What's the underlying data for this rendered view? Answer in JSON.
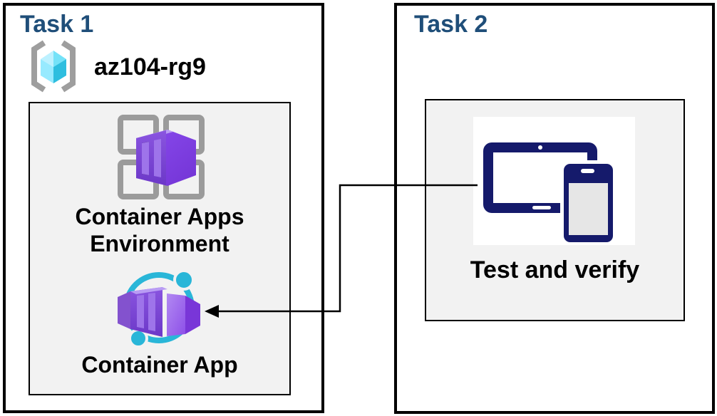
{
  "task1": {
    "title": "Task 1",
    "resource_group": {
      "icon": "resource-group-icon",
      "name": "az104-rg9"
    },
    "environment_box": {
      "environment_icon": "container-apps-environment-icon",
      "environment_label_line1": "Container Apps",
      "environment_label_line2": "Environment",
      "app_icon": "container-app-icon",
      "app_label": "Container App"
    }
  },
  "task2": {
    "title": "Task 2",
    "verify_box": {
      "icon": "tablet-and-phone-icon",
      "label": "Test and verify"
    }
  },
  "connector": {
    "type": "elbow-arrow",
    "from": "verify-box",
    "to": "container-app-icon"
  },
  "colors": {
    "task_title_blue": "#1F4E79",
    "panel_border": "#000000",
    "box_fill": "#F2F2F2",
    "bracket_gray": "#9E9E9E",
    "frame_gray": "#9B9B9B",
    "cube_cyan": "#2EBEDF",
    "ring_cyan": "#29B6D8",
    "container_purple": "#7A3BDD",
    "device_navy": "#151A6B",
    "text_black": "#000000"
  }
}
